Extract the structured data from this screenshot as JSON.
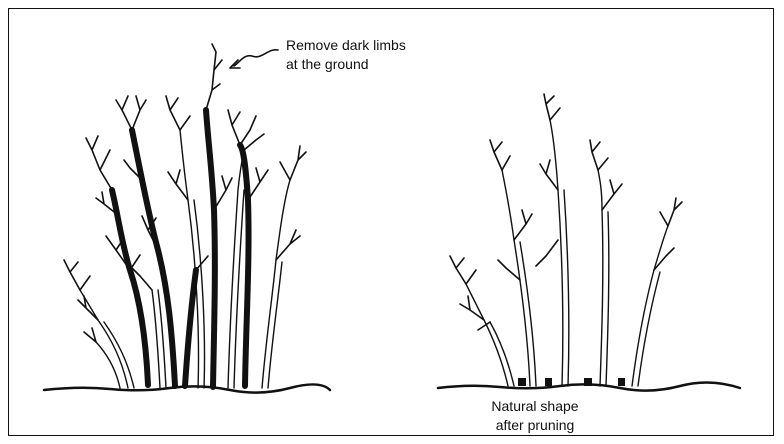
{
  "annotations": {
    "remove_note": {
      "line1": "Remove dark limbs",
      "line2": "at the ground"
    },
    "after_note": {
      "line1": "Natural shape",
      "line2": "after pruning"
    }
  },
  "colors": {
    "ink": "#111111",
    "paper": "#ffffff"
  }
}
